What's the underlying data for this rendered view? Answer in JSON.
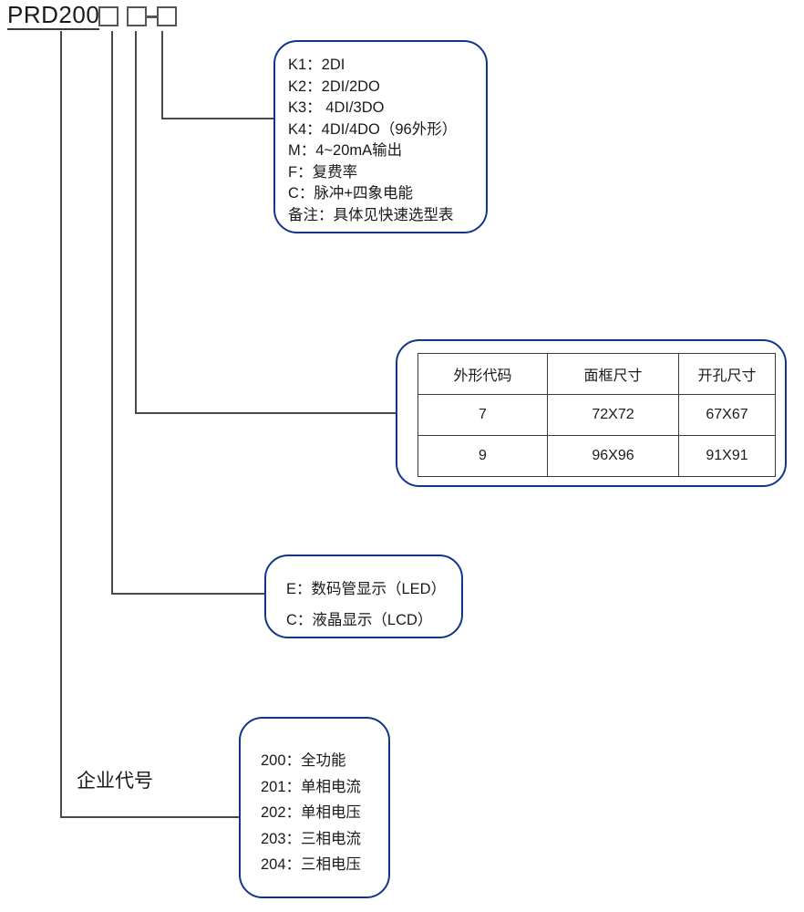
{
  "diagram": {
    "model_code": "PRD200",
    "placeholder_boxes": [
      "",
      "",
      ""
    ],
    "separator": "-",
    "enterprise_label": "企业代号"
  },
  "options_box": {
    "lines": [
      "K1：2DI",
      "K2：2DI/2DO",
      "K3： 4DI/3DO",
      "K4：4DI/4DO（96外形）",
      "M：4~20mA输出",
      "F：复费率",
      "C：脉冲+四象电能",
      "备注：具体见快速选型表"
    ]
  },
  "dimension_table": {
    "headers": [
      "外形代码",
      "面框尺寸",
      "开孔尺寸"
    ],
    "rows": [
      [
        "7",
        "72X72",
        "67X67"
      ],
      [
        "9",
        "96X96",
        "91X91"
      ]
    ]
  },
  "display_box": {
    "lines": [
      "E：数码管显示（LED）",
      "C：液晶显示（LCD）"
    ]
  },
  "function_box": {
    "lines": [
      "200：全功能",
      "201：单相电流",
      "202：单相电压",
      "203：三相电流",
      "204：三相电压"
    ]
  },
  "colors": {
    "callout_border": "#12348c",
    "leader_line": "#4a4a4a",
    "text": "#1a1a1a"
  }
}
